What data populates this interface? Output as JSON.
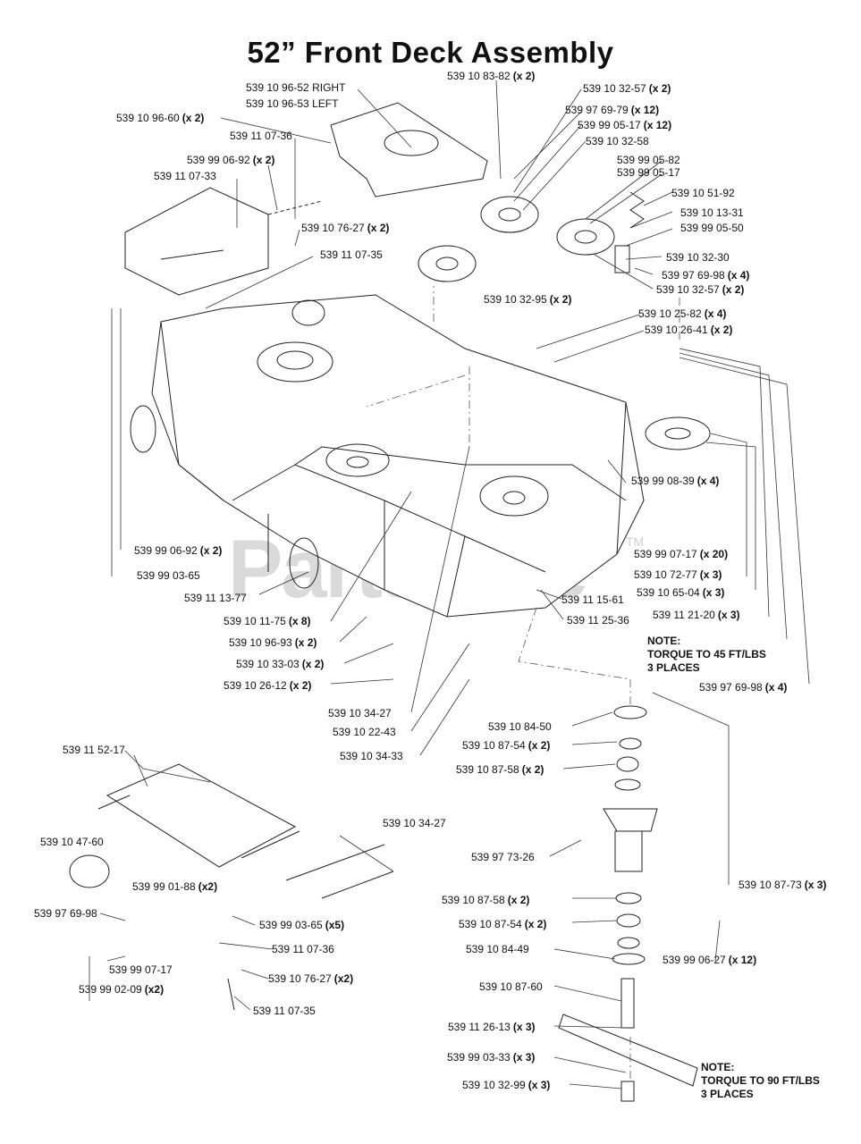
{
  "title": "52” Front Deck Assembly",
  "watermark": "PartsTree",
  "watermark_tm": "TM",
  "labels": [
    {
      "id": "l01",
      "part": "539 10 96-52 RIGHT",
      "qty": ""
    },
    {
      "id": "l02",
      "part": "539 10 96-53 LEFT",
      "qty": ""
    },
    {
      "id": "l03",
      "part": "539 10 83-82",
      "qty": "(x 2)"
    },
    {
      "id": "l04",
      "part": "539 10 32-57",
      "qty": "(x 2)"
    },
    {
      "id": "l05",
      "part": "539 10 96-60",
      "qty": "(x 2)"
    },
    {
      "id": "l06",
      "part": "539 97 69-79",
      "qty": "(x 12)"
    },
    {
      "id": "l07",
      "part": "539 99 05-17",
      "qty": "(x 12)"
    },
    {
      "id": "l08",
      "part": "539 11 07-36",
      "qty": ""
    },
    {
      "id": "l09",
      "part": "539 10 32-58",
      "qty": ""
    },
    {
      "id": "l10",
      "part": "539 99 06-92",
      "qty": "(x 2)"
    },
    {
      "id": "l11",
      "part": "539 99 05-82",
      "qty": ""
    },
    {
      "id": "l12",
      "part": "539 11 07-33",
      "qty": ""
    },
    {
      "id": "l13",
      "part": "539 99 05-17",
      "qty": ""
    },
    {
      "id": "l14",
      "part": "539 10 51-92",
      "qty": ""
    },
    {
      "id": "l15",
      "part": "539 10 13-31",
      "qty": ""
    },
    {
      "id": "l16",
      "part": "539 10 76-27",
      "qty": "(x 2)"
    },
    {
      "id": "l17",
      "part": "539 99 05-50",
      "qty": ""
    },
    {
      "id": "l18",
      "part": "539 11 07-35",
      "qty": ""
    },
    {
      "id": "l19",
      "part": "539 10 32-30",
      "qty": ""
    },
    {
      "id": "l20",
      "part": "539 97 69-98",
      "qty": "(x 4)"
    },
    {
      "id": "l21",
      "part": "539 10 32-95",
      "qty": "(x 2)"
    },
    {
      "id": "l22",
      "part": "539 10 32-57",
      "qty": "(x 2)"
    },
    {
      "id": "l23",
      "part": "539 10 25-82",
      "qty": "(x 4)"
    },
    {
      "id": "l24",
      "part": "539 10 26-41",
      "qty": "(x 2)"
    },
    {
      "id": "l25",
      "part": "539 99 08-39",
      "qty": "(x 4)"
    },
    {
      "id": "l26",
      "part": "539 99 06-92",
      "qty": "(x 2)"
    },
    {
      "id": "l27",
      "part": "539 99 07-17",
      "qty": "(x 20)"
    },
    {
      "id": "l28",
      "part": "539 99 03-65",
      "qty": ""
    },
    {
      "id": "l29",
      "part": "539 10 72-77",
      "qty": "(x 3)"
    },
    {
      "id": "l30",
      "part": "539 11 15-61",
      "qty": ""
    },
    {
      "id": "l31",
      "part": "539 10 65-04",
      "qty": "(x 3)"
    },
    {
      "id": "l32",
      "part": "539 11 13-77",
      "qty": ""
    },
    {
      "id": "l33",
      "part": "539 11 25-36",
      "qty": ""
    },
    {
      "id": "l34",
      "part": "539 11 21-20",
      "qty": "(x 3)"
    },
    {
      "id": "l35",
      "part": "539 10 11-75",
      "qty": "(x 8)"
    },
    {
      "id": "l36",
      "part": "539 10 96-93",
      "qty": "(x 2)"
    },
    {
      "id": "l37",
      "part": "539 10 33-03",
      "qty": "(x 2)"
    },
    {
      "id": "l38",
      "part": "539 10 26-12",
      "qty": "(x 2)"
    },
    {
      "id": "l39",
      "part": "539 97 69-98",
      "qty": "(x 4)"
    },
    {
      "id": "l40",
      "part": "539 10 34-27",
      "qty": ""
    },
    {
      "id": "l41",
      "part": "539 10 84-50",
      "qty": ""
    },
    {
      "id": "l42",
      "part": "539 10 22-43",
      "qty": ""
    },
    {
      "id": "l43",
      "part": "539 10 87-54",
      "qty": "(x 2)"
    },
    {
      "id": "l44",
      "part": "539 10 34-33",
      "qty": ""
    },
    {
      "id": "l45",
      "part": "539 10 87-58",
      "qty": "(x 2)"
    },
    {
      "id": "l46",
      "part": "539 11 52-17",
      "qty": ""
    },
    {
      "id": "l47",
      "part": "539 10 34-27",
      "qty": ""
    },
    {
      "id": "l48",
      "part": "539 10 47-60",
      "qty": ""
    },
    {
      "id": "l49",
      "part": "539 97 73-26",
      "qty": ""
    },
    {
      "id": "l50",
      "part": "539 10 87-73",
      "qty": "(x 3)"
    },
    {
      "id": "l51",
      "part": "539 99 01-88",
      "qty": "(x2)"
    },
    {
      "id": "l52",
      "part": "539 97 69-98",
      "qty": ""
    },
    {
      "id": "l53",
      "part": "539 10 87-58",
      "qty": "(x 2)"
    },
    {
      "id": "l54",
      "part": "539 99 03-65",
      "qty": "(x5)"
    },
    {
      "id": "l55",
      "part": "539 10 87-54",
      "qty": "(x 2)"
    },
    {
      "id": "l56",
      "part": "539 11 07-36",
      "qty": ""
    },
    {
      "id": "l57",
      "part": "539 10 84-49",
      "qty": ""
    },
    {
      "id": "l58",
      "part": "539 99 07-17",
      "qty": ""
    },
    {
      "id": "l59",
      "part": "539 99 06-27",
      "qty": "(x 12)"
    },
    {
      "id": "l60",
      "part": "539 99 02-09",
      "qty": "(x2)"
    },
    {
      "id": "l61",
      "part": "539 10 76-27",
      "qty": "(x2)"
    },
    {
      "id": "l62",
      "part": "539 11 07-35",
      "qty": ""
    },
    {
      "id": "l63",
      "part": "539 10 87-60",
      "qty": ""
    },
    {
      "id": "l64",
      "part": "539 11 26-13",
      "qty": "(x 3)"
    },
    {
      "id": "l65",
      "part": "539 99 03-33",
      "qty": "(x 3)"
    },
    {
      "id": "l66",
      "part": "539 10 32-99",
      "qty": "(x 3)"
    }
  ],
  "notes": [
    {
      "id": "n1",
      "lines": [
        "NOTE:",
        "TORQUE TO 45 FT/LBS",
        "3 PLACES"
      ]
    },
    {
      "id": "n2",
      "lines": [
        "NOTE:",
        "TORQUE TO 90 FT/LBS",
        "3 PLACES"
      ]
    }
  ]
}
